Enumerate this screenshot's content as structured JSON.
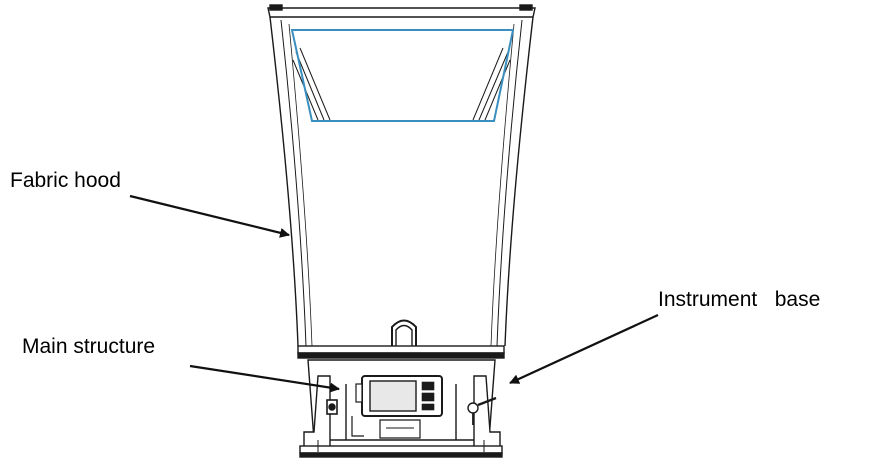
{
  "labels": {
    "fabric_hood": "Fabric hood",
    "main_structure": "Main structure",
    "instrument_base": "Instrument   base"
  },
  "colors": {
    "outline": "#1a1a1a",
    "frame": "#3a8fc0",
    "arrow": "#111111"
  }
}
